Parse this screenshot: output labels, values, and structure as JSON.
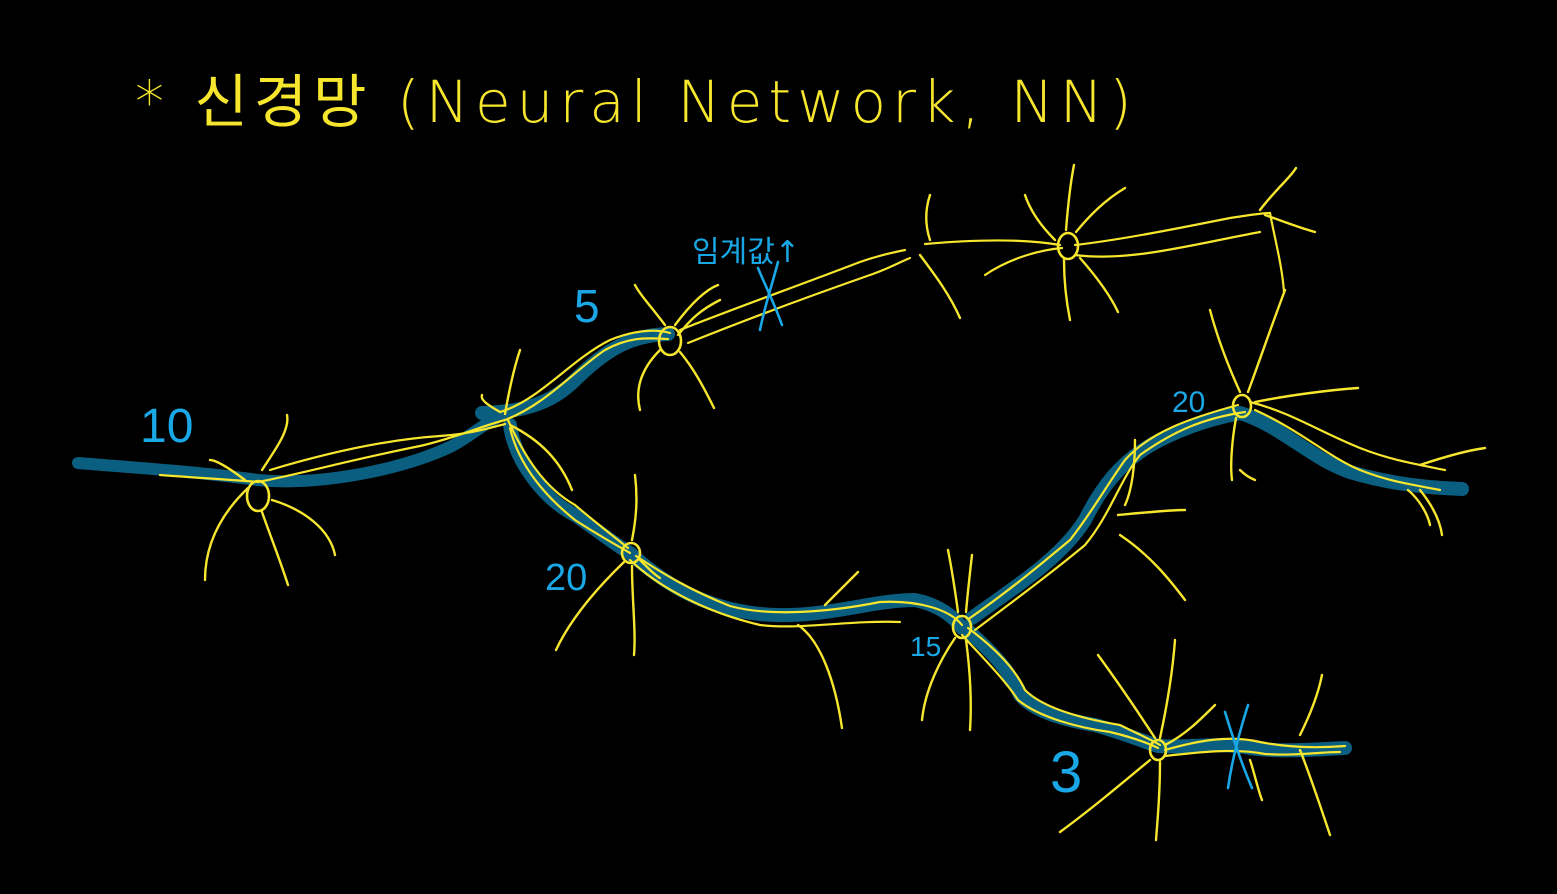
{
  "title": "* 신경망 (Neural Network, NN)",
  "annotation": "임계값↑",
  "neurons": [
    {
      "id": "input",
      "label": "10"
    },
    {
      "id": "upper-branch",
      "label": "5"
    },
    {
      "id": "lower-branch",
      "label": "20"
    },
    {
      "id": "merge",
      "label": "15"
    },
    {
      "id": "upper-right",
      "label": "20"
    },
    {
      "id": "lower-right",
      "label": "3"
    },
    {
      "id": "top-right",
      "label": ""
    }
  ],
  "colors": {
    "background": "#000000",
    "neuron_ink": "#f7e62e",
    "signal_path": "#0a5e7f",
    "label_ink": "#1aa7e6"
  }
}
